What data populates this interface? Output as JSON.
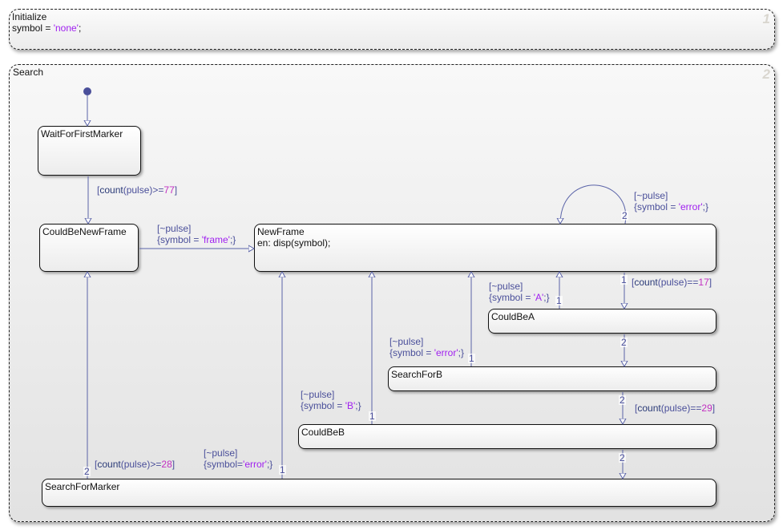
{
  "states": {
    "initialize": {
      "name": "Initialize",
      "body_prefix": "symbol = ",
      "body_string": "'none'",
      "body_suffix": ";",
      "order": "1"
    },
    "search": {
      "name": "Search",
      "order": "2"
    },
    "wait_for_first_marker": {
      "name": "WaitForFirstMarker"
    },
    "could_be_new_frame": {
      "name": "CouldBeNewFrame"
    },
    "new_frame": {
      "name": "NewFrame",
      "action": "en: disp(symbol);"
    },
    "could_be_a": {
      "name": "CouldBeA"
    },
    "search_for_b": {
      "name": "SearchForB"
    },
    "could_be_b": {
      "name": "CouldBeB"
    },
    "search_for_marker": {
      "name": "SearchForMarker"
    }
  },
  "transitions": {
    "t_wait_to_cbnf": {
      "open": "[",
      "kw": "count",
      "mid": "(pulse)>=",
      "num": "77",
      "close": "]"
    },
    "t_cbnf_to_nf": {
      "cond": "[~pulse]",
      "pre": "{symbol = ",
      "str": "'frame'",
      "post": ";}"
    },
    "t_nf_self": {
      "cond": "[~pulse]",
      "pre": "{symbol = ",
      "str": "'error'",
      "post": ";}",
      "order": "2"
    },
    "t_nf_to_cba": {
      "open": "[",
      "kw": "count",
      "mid": "(pulse)==",
      "num": "17",
      "close": "]",
      "order": "1"
    },
    "t_cba_to_nf": {
      "cond": "[~pulse]",
      "pre": "{symbol = ",
      "str": "'A'",
      "post": ";}",
      "order": "1"
    },
    "t_cba_to_sfb": {
      "order": "2"
    },
    "t_sfb_to_nf": {
      "cond": "[~pulse]",
      "pre": "{symbol = ",
      "str": "'error'",
      "post": ";}",
      "order": "1"
    },
    "t_sfb_to_cbb": {
      "open": "[",
      "kw": "count",
      "mid": "(pulse)==",
      "num": "29",
      "close": "]",
      "order": "2"
    },
    "t_cbb_to_nf": {
      "cond": "[~pulse]",
      "pre": "{symbol = ",
      "str": "'B'",
      "post": ";}",
      "order": "1"
    },
    "t_cbb_to_sfm": {
      "order": "2"
    },
    "t_sfm_to_nf": {
      "cond": "[~pulse]",
      "pre": "{symbol=",
      "str": "'error'",
      "post": ";}",
      "order": "1"
    },
    "t_sfm_to_cbnf": {
      "open": "[",
      "kw": "count",
      "mid": "(pulse)>=",
      "num": "28",
      "close": "]",
      "order": "2"
    }
  },
  "colors": {
    "transition": "#5a63a8",
    "default_dot": "#4a4f9a",
    "keyword": "#2a3a77",
    "number": "#c230c2",
    "string": "#a020f0"
  }
}
